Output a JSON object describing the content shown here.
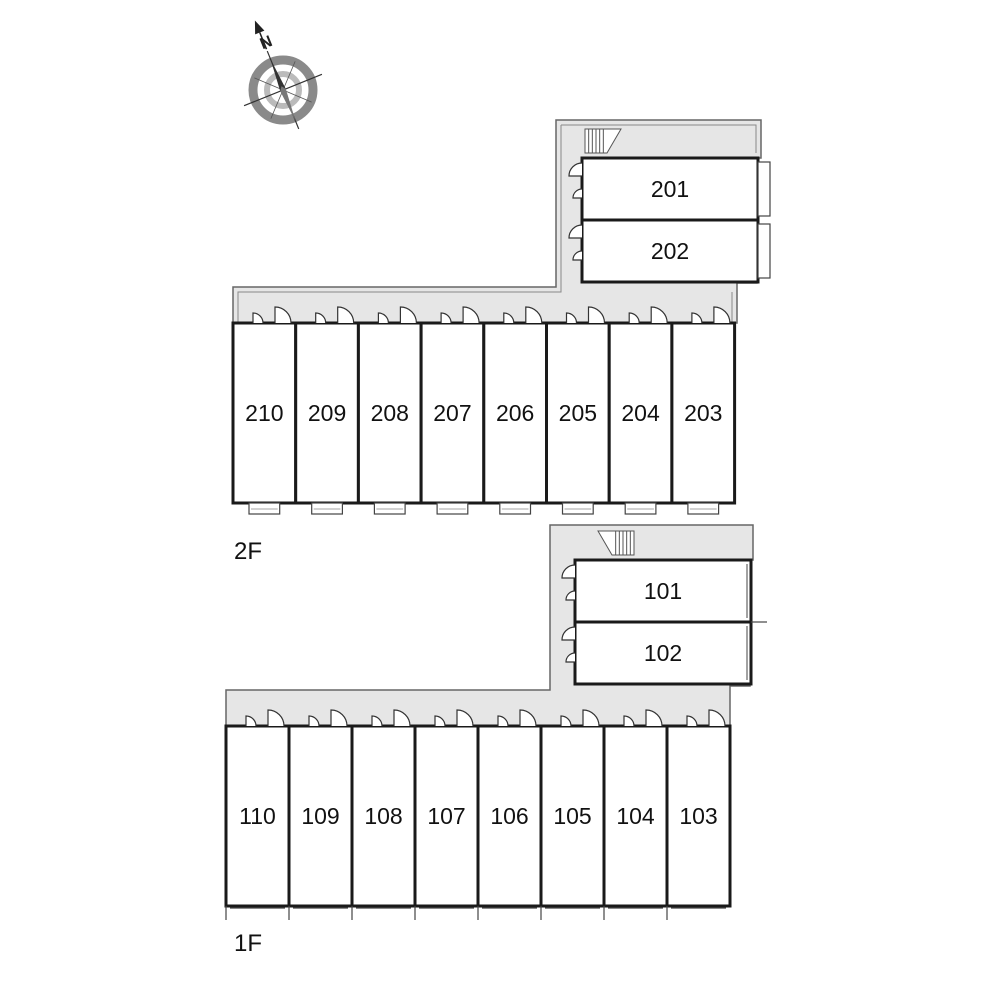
{
  "floors": {
    "second": {
      "label": "2F",
      "side_units": [
        "201",
        "202"
      ],
      "row_units": [
        "210",
        "209",
        "208",
        "207",
        "206",
        "205",
        "204",
        "203"
      ]
    },
    "first": {
      "label": "1F",
      "side_units": [
        "101",
        "102"
      ],
      "row_units": [
        "110",
        "109",
        "108",
        "107",
        "106",
        "105",
        "104",
        "103"
      ]
    }
  },
  "compass": {
    "north_label": "N",
    "icon": "compass-rose-icon"
  },
  "colors": {
    "corridor_fill": "#e6e6e6",
    "wall": "#1a1a1a",
    "outline": "#666666"
  }
}
